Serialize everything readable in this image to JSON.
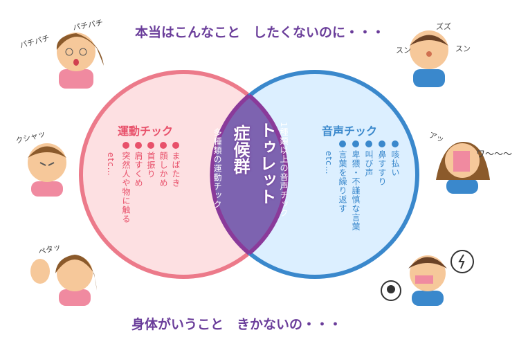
{
  "top_heading": "本当はこんなこと　したくないのに・・・",
  "bottom_heading": "身体がいうこと　きかないの・・・",
  "motor": {
    "title": "運動チック",
    "items": [
      "まばたき",
      "顔しかめ",
      "首振り",
      "肩すくめ",
      "突然人や物に触る"
    ],
    "etc": "etc…",
    "color": "#e8506a"
  },
  "vocal": {
    "title": "音声チック",
    "items": [
      "咳払い",
      "鼻すすり",
      "叫び声",
      "卑猥・不謹慎な言葉",
      "言葉を繰り返す"
    ],
    "etc": "etc…",
    "color": "#3a88cc"
  },
  "center": {
    "title_line1": "トゥレット",
    "title_line2": "症候群",
    "criteria_motor": "多種類の運動チック",
    "criteria_vocal": "1種類以上の音声チック",
    "color": "#7d63b0"
  },
  "sfx": {
    "blink1": "パチパチ",
    "blink2": "パチパチ",
    "sniff1": "スン",
    "sniff2": "ズズ",
    "sniff3": "スン",
    "sneeze": "クシャッ",
    "shout1": "アッ",
    "shout2": "ワ〜〜〜",
    "touch": "ペタッ"
  }
}
